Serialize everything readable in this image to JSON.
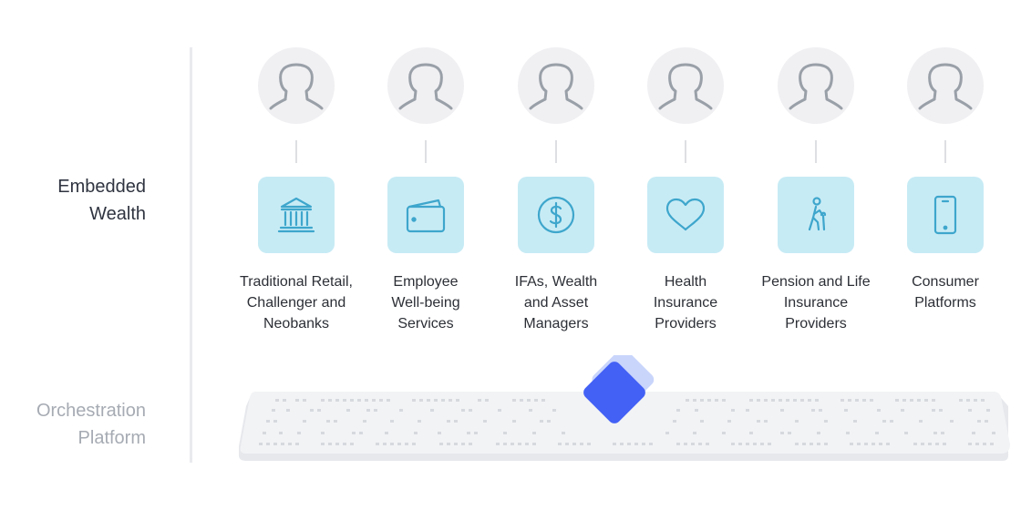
{
  "sections": {
    "primary_label": [
      "Embedded",
      "Wealth"
    ],
    "secondary_label": [
      "Orchestration",
      "Platform"
    ]
  },
  "colors": {
    "tile_background": "#c7ebf5",
    "tile_icon": "#3ea6cc",
    "avatar_background": "#f0f0f3",
    "avatar_stroke": "#9aa0a8",
    "logo_primary": "#4361f5",
    "logo_secondary": "#c9d5fb",
    "secondary_text": "#a6abb3"
  },
  "segments": [
    {
      "icon": "bank-icon",
      "label_lines": [
        "Traditional Retail,",
        "Challenger and",
        "Neobanks"
      ]
    },
    {
      "icon": "wallet-icon",
      "label_lines": [
        "Employee",
        "Well-being",
        "Services"
      ]
    },
    {
      "icon": "dollar-coin-icon",
      "label_lines": [
        "IFAs, Wealth",
        "and Asset",
        "Managers"
      ]
    },
    {
      "icon": "heart-icon",
      "label_lines": [
        "Health",
        "Insurance",
        "Providers"
      ]
    },
    {
      "icon": "walking-cane-icon",
      "label_lines": [
        "Pension and Life",
        "Insurance",
        "Providers"
      ]
    },
    {
      "icon": "smartphone-icon",
      "label_lines": [
        "Consumer",
        "Platforms"
      ]
    }
  ]
}
